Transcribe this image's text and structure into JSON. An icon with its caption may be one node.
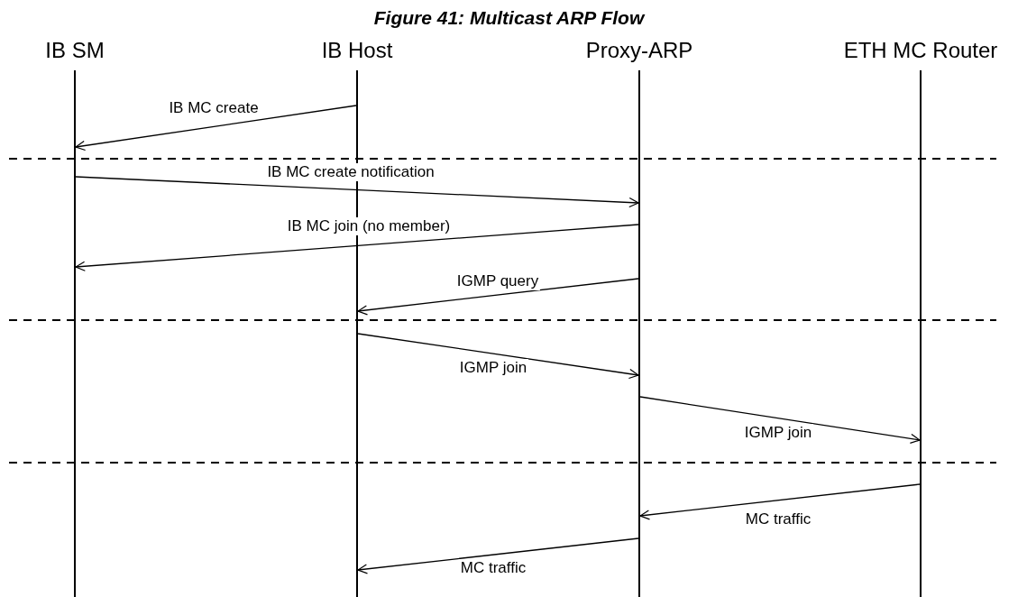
{
  "diagram": {
    "title": "Figure 41: Multicast ARP Flow",
    "nodes": [
      {
        "text": [
          "IB SM"
        ]
      },
      {
        "text": [
          "IB Host"
        ]
      },
      {
        "text": [
          "Proxy-ARP"
        ]
      },
      {
        "text": [
          "ETH MC Router"
        ]
      }
    ],
    "edges": [
      {
        "from": 1,
        "to": 0,
        "arrow": "to",
        "label": "IB MC create"
      },
      {
        "from": 0,
        "to": 2,
        "arrow": "to",
        "label": "IB MC create notification"
      },
      {
        "from": 2,
        "to": 0,
        "arrow": "to",
        "label": "IB MC join (no member)"
      },
      {
        "from": 2,
        "to": 1,
        "arrow": "to",
        "label": "IGMP query"
      },
      {
        "from": 1,
        "to": 2,
        "arrow": "to",
        "label": "IGMP join"
      },
      {
        "from": 2,
        "to": 3,
        "arrow": "to",
        "label": "IGMP join"
      },
      {
        "from": 3,
        "to": 2,
        "arrow": "to",
        "label": "MC traffic"
      },
      {
        "from": 2,
        "to": 1,
        "arrow": "to",
        "label": "MC traffic"
      }
    ]
  }
}
